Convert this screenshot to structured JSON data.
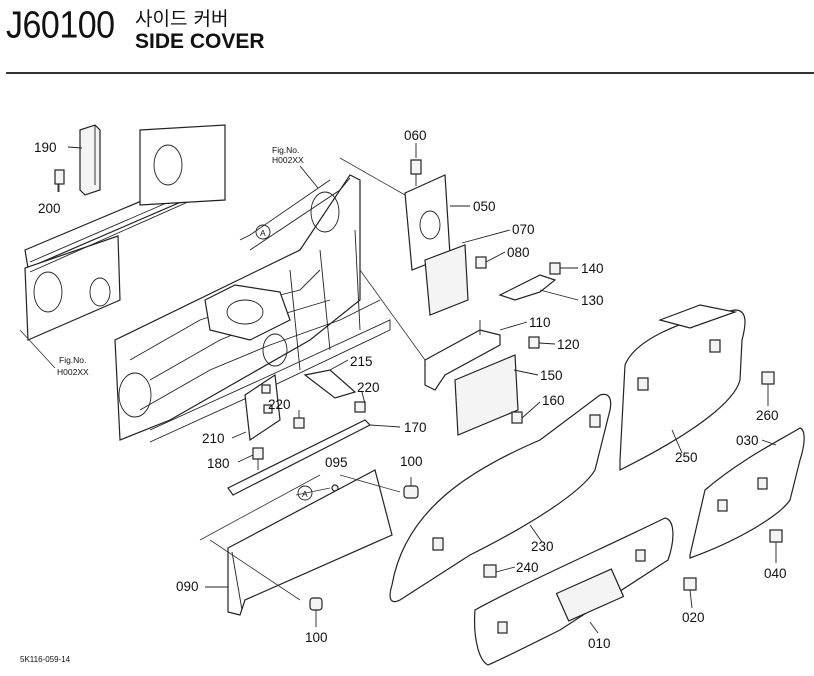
{
  "header": {
    "code": "J60100",
    "title_ko": "사이드 커버",
    "title_en": "SIDE COVER"
  },
  "footer": {
    "ref": "5K116-059-14"
  },
  "refs": {
    "fig_ref_top_1": "Fig.No.",
    "fig_ref_top_2": "H002XX",
    "fig_ref_left_1": "Fig.No.",
    "fig_ref_left_2": "H002XX",
    "circle_a": "A"
  },
  "callouts": {
    "p190": "190",
    "p200": "200",
    "p060": "060",
    "p050": "050",
    "p070": "070",
    "p080": "080",
    "p140": "140",
    "p130": "130",
    "p110": "110",
    "p120": "120",
    "p150": "150",
    "p160": "160",
    "p215": "215",
    "p220a": "220",
    "p220b": "220",
    "p210": "210",
    "p170": "170",
    "p180": "180",
    "p095": "095",
    "p100a": "100",
    "p100b": "100",
    "p090": "090",
    "p230": "230",
    "p240": "240",
    "p250": "250",
    "p260": "260",
    "p030": "030",
    "p040": "040",
    "p020": "020",
    "p010": "010"
  }
}
